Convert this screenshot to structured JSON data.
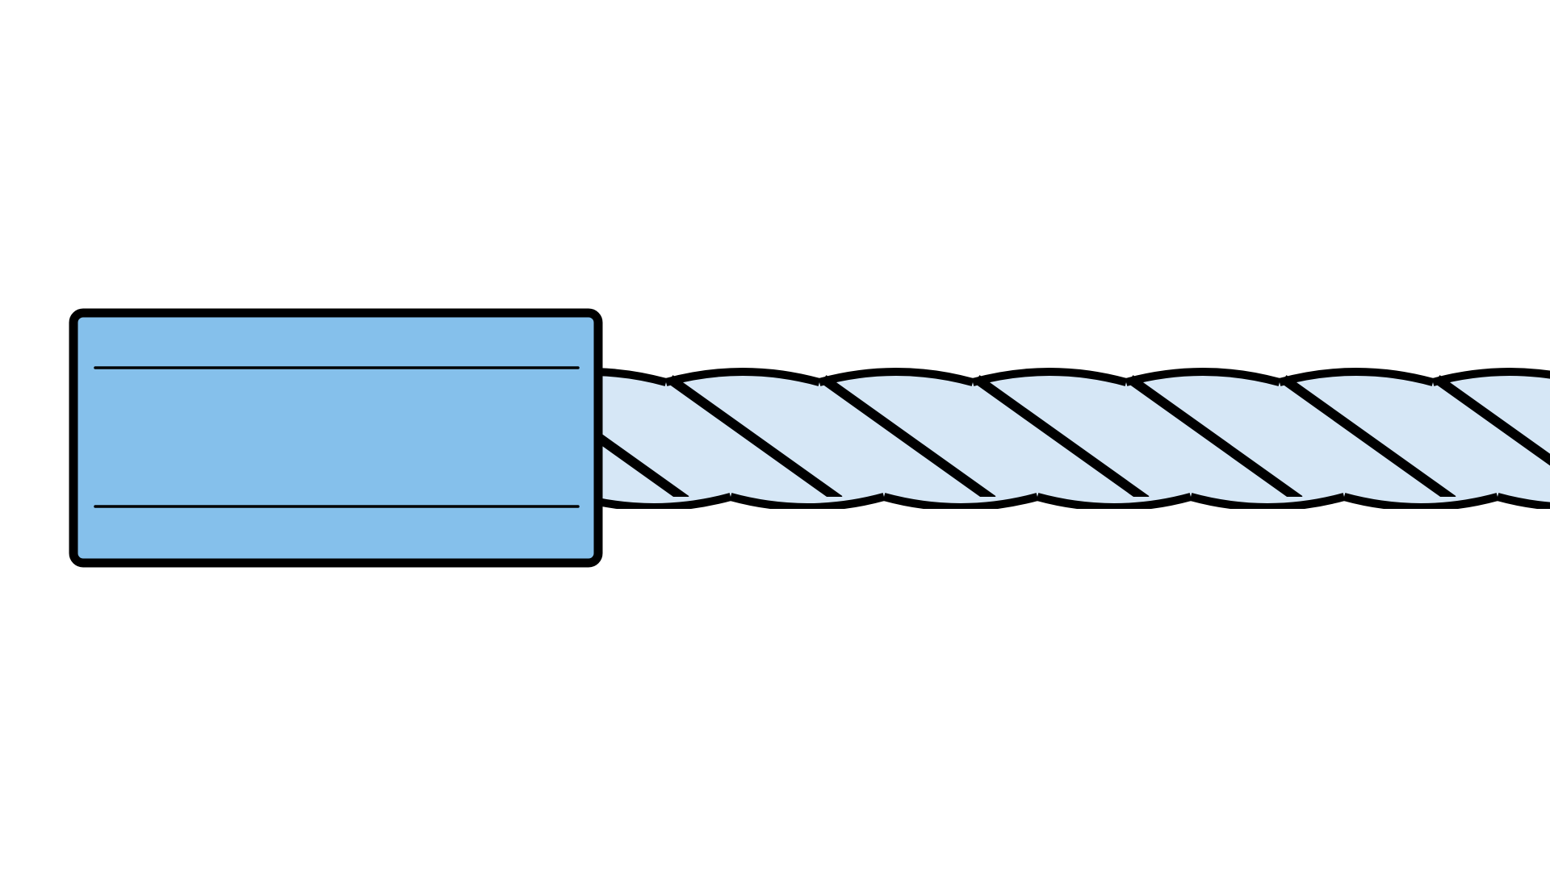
{
  "diagram": {
    "type": "wire-rope-with-crimp-ferrule",
    "elements": [
      "crimp-sleeve",
      "twisted-strands"
    ],
    "colors": {
      "background": "#ffffff",
      "sleeve_fill": "#85c0eb",
      "strand_fill": "#d6e7f6",
      "outline": "#000000"
    },
    "strand_count": 3,
    "visible_twist_segments": 6
  }
}
